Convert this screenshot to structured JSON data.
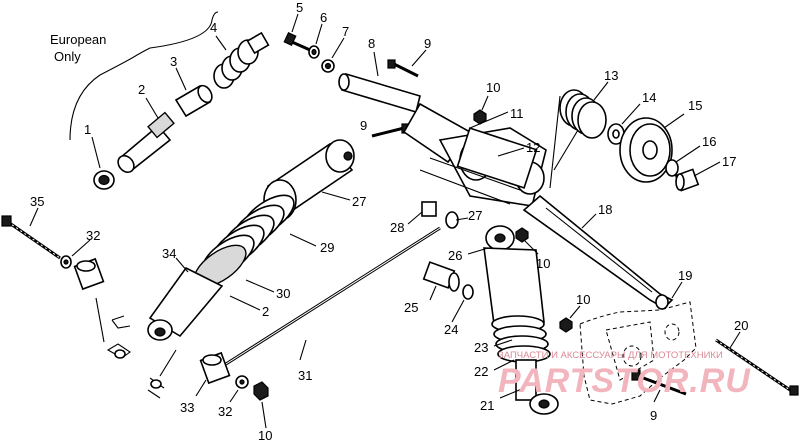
{
  "note": {
    "line1": "European",
    "line2": "Only"
  },
  "callouts": [
    {
      "id": "c1",
      "text": "1"
    },
    {
      "id": "c2a",
      "text": "2"
    },
    {
      "id": "c3",
      "text": "3"
    },
    {
      "id": "c4",
      "text": "4"
    },
    {
      "id": "c5",
      "text": "5"
    },
    {
      "id": "c6",
      "text": "6"
    },
    {
      "id": "c7",
      "text": "7"
    },
    {
      "id": "c8",
      "text": "8"
    },
    {
      "id": "c9a",
      "text": "9"
    },
    {
      "id": "c9b",
      "text": "9"
    },
    {
      "id": "c9c",
      "text": "9"
    },
    {
      "id": "c10a",
      "text": "10"
    },
    {
      "id": "c10b",
      "text": "10"
    },
    {
      "id": "c10c",
      "text": "10"
    },
    {
      "id": "c10d",
      "text": "10"
    },
    {
      "id": "c11",
      "text": "11"
    },
    {
      "id": "c12",
      "text": "12"
    },
    {
      "id": "c13",
      "text": "13"
    },
    {
      "id": "c14",
      "text": "14"
    },
    {
      "id": "c15",
      "text": "15"
    },
    {
      "id": "c16",
      "text": "16"
    },
    {
      "id": "c17",
      "text": "17"
    },
    {
      "id": "c18",
      "text": "18"
    },
    {
      "id": "c19",
      "text": "19"
    },
    {
      "id": "c20",
      "text": "20"
    },
    {
      "id": "c21",
      "text": "21"
    },
    {
      "id": "c22",
      "text": "22"
    },
    {
      "id": "c23",
      "text": "23"
    },
    {
      "id": "c24",
      "text": "24"
    },
    {
      "id": "c25",
      "text": "25"
    },
    {
      "id": "c26",
      "text": "26"
    },
    {
      "id": "c27a",
      "text": "27"
    },
    {
      "id": "c27b",
      "text": "27"
    },
    {
      "id": "c28",
      "text": "28"
    },
    {
      "id": "c29",
      "text": "29"
    },
    {
      "id": "c30",
      "text": "30"
    },
    {
      "id": "c31",
      "text": "31"
    },
    {
      "id": "c2b",
      "text": "2"
    },
    {
      "id": "c32a",
      "text": "32"
    },
    {
      "id": "c32b",
      "text": "32"
    },
    {
      "id": "c33",
      "text": "33"
    },
    {
      "id": "c34",
      "text": "34"
    },
    {
      "id": "c35",
      "text": "35"
    }
  ],
  "watermark": {
    "subtitle": "ЗАПЧАСТИ И АКСЕССУАРЫ ДЛЯ МОТОТЕХНИКИ",
    "brand": "PARTSTOR.RU"
  }
}
